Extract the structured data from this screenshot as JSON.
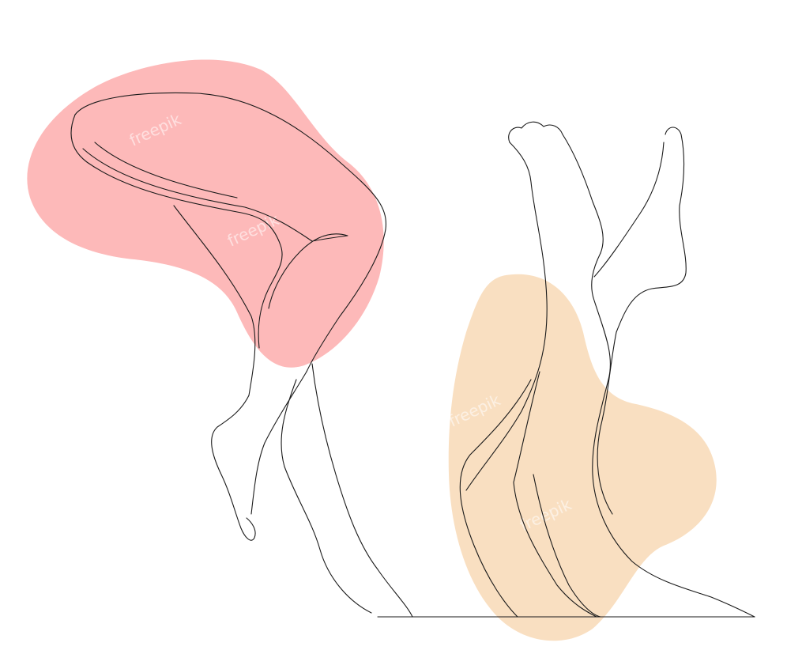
{
  "artwork": {
    "colors": {
      "background": "#ffffff",
      "pink_blob": "#fdb9b9",
      "peach_blob": "#f9dfc1",
      "line": "#1a1a1a"
    }
  },
  "watermarks": [
    "freepik",
    "freepik",
    "freepik",
    "freepik"
  ]
}
